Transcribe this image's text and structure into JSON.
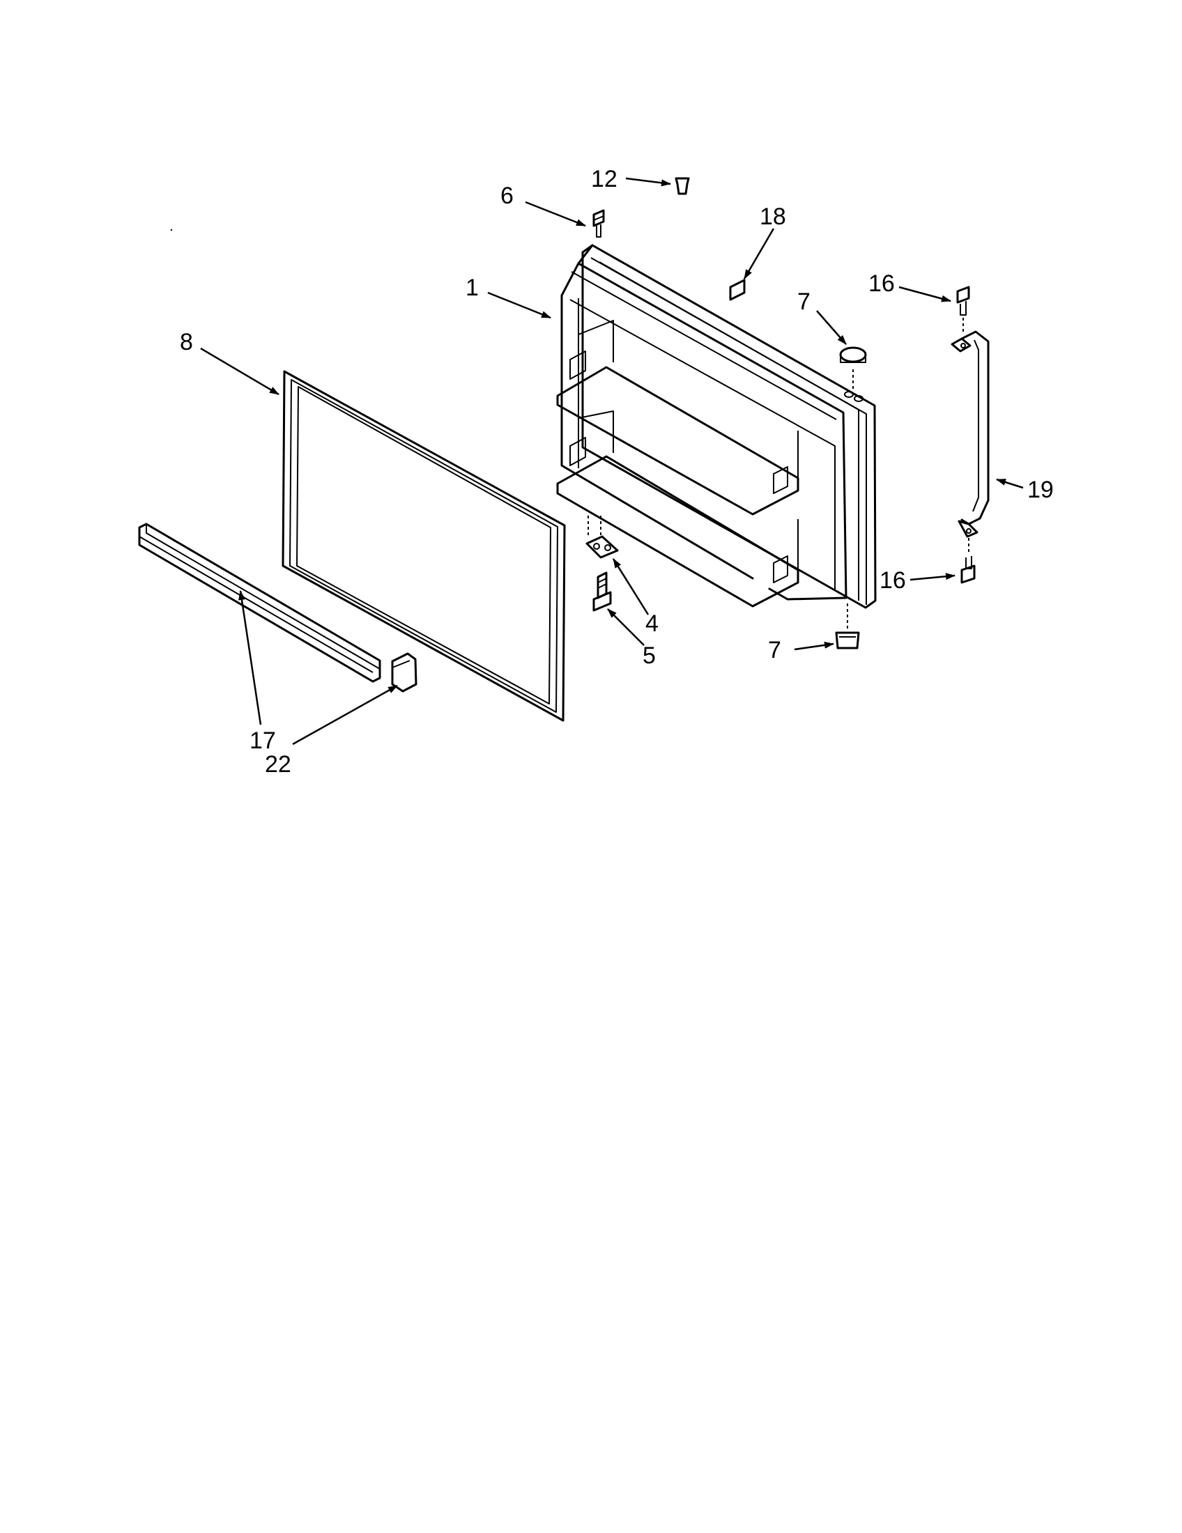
{
  "diagram": {
    "callouts": [
      {
        "id": "c12",
        "label": "12"
      },
      {
        "id": "c6",
        "label": "6"
      },
      {
        "id": "c18",
        "label": "18"
      },
      {
        "id": "c1",
        "label": "1"
      },
      {
        "id": "c7a",
        "label": "7"
      },
      {
        "id": "c16a",
        "label": "16"
      },
      {
        "id": "c8",
        "label": "8"
      },
      {
        "id": "c19",
        "label": "19"
      },
      {
        "id": "c4",
        "label": "4"
      },
      {
        "id": "c5",
        "label": "5"
      },
      {
        "id": "c16b",
        "label": "16"
      },
      {
        "id": "c7b",
        "label": "7"
      },
      {
        "id": "c17",
        "label": "17"
      },
      {
        "id": "c22",
        "label": "22"
      }
    ],
    "parts": [
      {
        "name": "door-liner",
        "callout": "1"
      },
      {
        "name": "door-gasket",
        "callout": "8"
      },
      {
        "name": "trim-strip",
        "callout": "17"
      },
      {
        "name": "trim-end-cap",
        "callout": "22"
      },
      {
        "name": "handle",
        "callout": "19"
      },
      {
        "name": "hinge-bracket",
        "callout": "4"
      },
      {
        "name": "hinge-screw",
        "callout": "5"
      },
      {
        "name": "top-screw",
        "callout": "6"
      },
      {
        "name": "top-plug",
        "callout": "12"
      },
      {
        "name": "door-stop",
        "callout": "7"
      },
      {
        "name": "handle-screw",
        "callout": "16"
      },
      {
        "name": "label-tag",
        "callout": "18"
      }
    ]
  }
}
